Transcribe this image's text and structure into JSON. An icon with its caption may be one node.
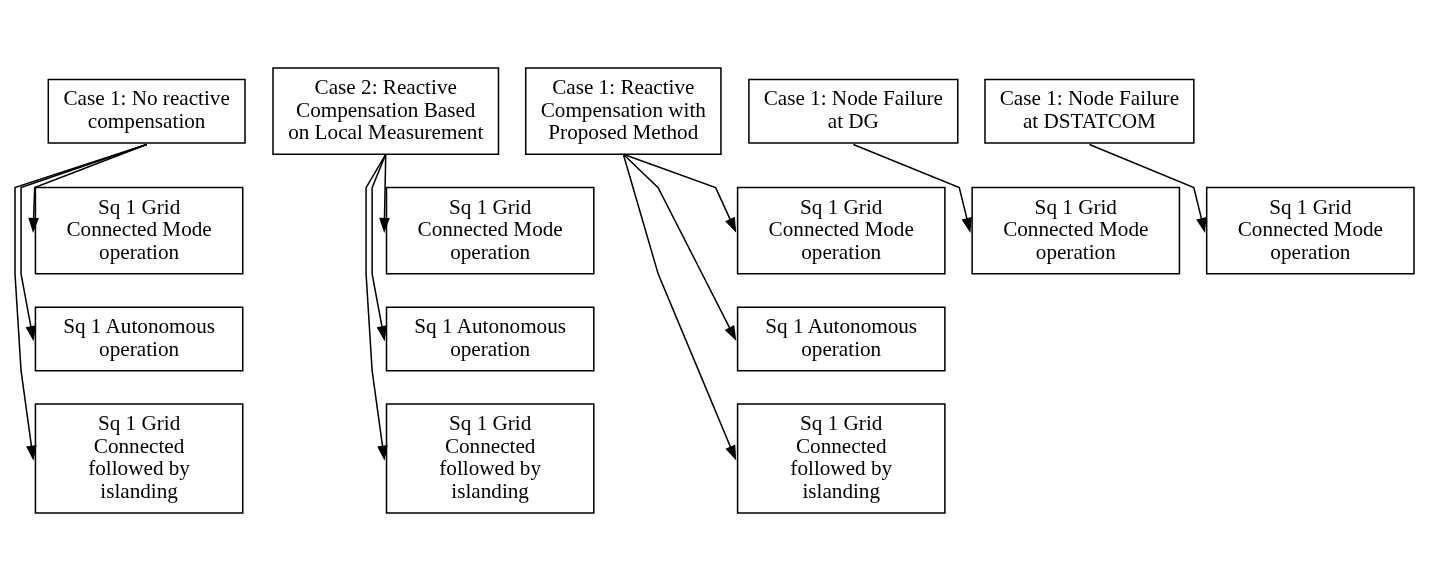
{
  "diagram": {
    "nodes": [
      {
        "text": [
          "Case 1: No reactive compensation"
        ]
      },
      {
        "text": [
          "Sq 1 Grid Connected Mode operation"
        ]
      },
      {
        "text": [
          "Sq 1 Autonomous operation"
        ]
      },
      {
        "text": [
          "Sq 1 Grid Connected followed by islanding"
        ]
      },
      {
        "text": [
          "Case 2: Reactive Compensation Based on Local Measurement"
        ]
      },
      {
        "text": [
          "Sq 1 Grid Connected Mode operation"
        ]
      },
      {
        "text": [
          "Sq 1 Autonomous operation"
        ]
      },
      {
        "text": [
          "Sq 1 Grid Connected followed by islanding"
        ]
      },
      {
        "text": [
          "Case 1: Reactive Compensation with Proposed Method"
        ]
      },
      {
        "text": [
          "Sq 1 Grid Connected Mode operation"
        ]
      },
      {
        "text": [
          "Sq 1 Autonomous operation"
        ]
      },
      {
        "text": [
          "Sq 1 Grid Connected followed by islanding"
        ]
      },
      {
        "text": [
          "Case 1: Node Failure at DG"
        ]
      },
      {
        "text": [
          "Sq 1 Grid Connected Mode operation"
        ]
      },
      {
        "text": [
          "Case 1: Node Failure at DSTATCOM"
        ]
      },
      {
        "text": [
          "Sq 1 Grid Connected Mode operation"
        ]
      }
    ],
    "edges": [
      {
        "from": 0,
        "to": 1,
        "arrow": "to"
      },
      {
        "from": 0,
        "to": 2,
        "arrow": "to"
      },
      {
        "from": 0,
        "to": 3,
        "arrow": "to"
      },
      {
        "from": 4,
        "to": 5,
        "arrow": "to"
      },
      {
        "from": 4,
        "to": 6,
        "arrow": "to"
      },
      {
        "from": 4,
        "to": 7,
        "arrow": "to"
      },
      {
        "from": 8,
        "to": 9,
        "arrow": "to"
      },
      {
        "from": 8,
        "to": 10,
        "arrow": "to"
      },
      {
        "from": 8,
        "to": 11,
        "arrow": "to"
      },
      {
        "from": 12,
        "to": 13,
        "arrow": "to"
      },
      {
        "from": 14,
        "to": 15,
        "arrow": "to"
      }
    ]
  }
}
